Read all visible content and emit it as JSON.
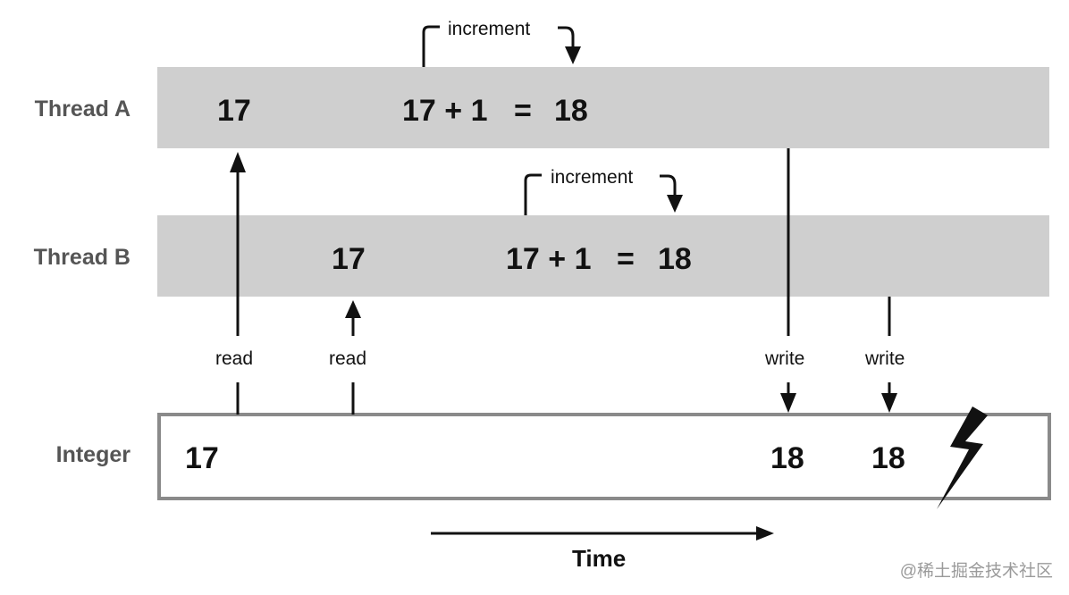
{
  "threads": {
    "a": {
      "label": "Thread A",
      "read_value": "17",
      "left": "17 + 1",
      "equals": "=",
      "result": "18",
      "step_label": "increment"
    },
    "b": {
      "label": "Thread B",
      "read_value": "17",
      "left": "17 + 1",
      "equals": "=",
      "result": "18",
      "step_label": "increment"
    }
  },
  "integer": {
    "label": "Integer",
    "initial": "17",
    "after_write_a": "18",
    "after_write_b": "18"
  },
  "operations": {
    "read_a": "read",
    "read_b": "read",
    "write_a": "write",
    "write_b": "write"
  },
  "time_label": "Time",
  "watermark": "@稀土掘金技术社区",
  "colors": {
    "band": "#cfcfcf",
    "integer_border": "#8a8a8a",
    "row_label": "#555555"
  },
  "icons": {
    "conflict": "lightning-bolt-icon"
  }
}
